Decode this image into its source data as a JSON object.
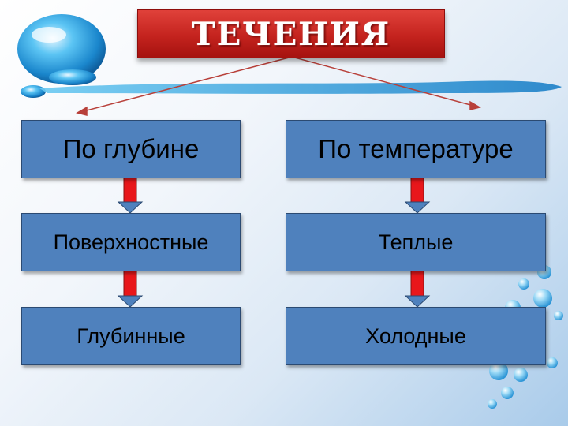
{
  "title": "ТЕЧЕНИЯ",
  "categories": {
    "depth": {
      "label": "По глубине",
      "items": [
        "Поверхностные",
        "Глубинные"
      ]
    },
    "temperature": {
      "label": "По температуре",
      "items": [
        "Теплые",
        "Холодные"
      ]
    }
  },
  "colors": {
    "title_bg": "#c4231e",
    "box_bg": "#4f81bd",
    "arrow_red": "#e8171b",
    "connector": "#b8403a"
  }
}
